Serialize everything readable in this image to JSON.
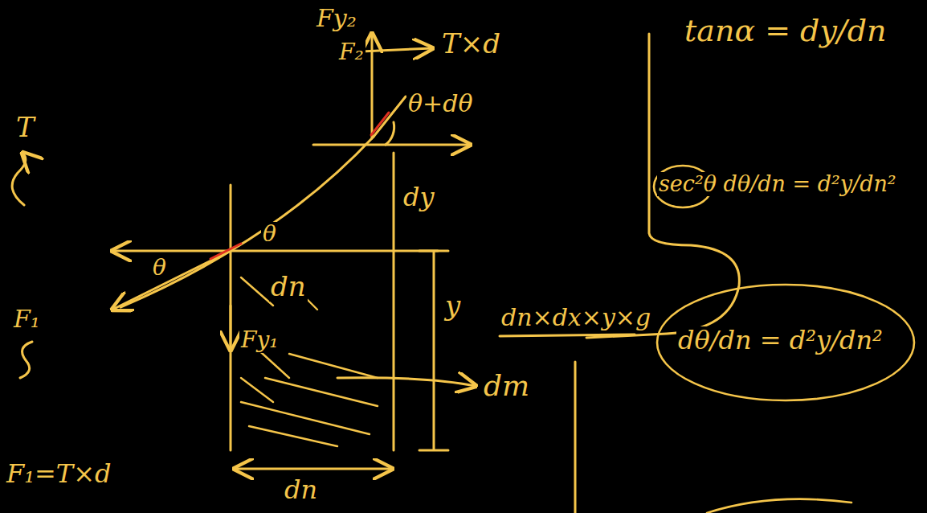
{
  "diagram": {
    "labels": [
      "Fy₂",
      "F₂",
      "T×d",
      "θ+dθ",
      "tanα = dy/dn",
      "sec²θ dθ/dn = d²y/dn²",
      "T",
      "dy",
      "θ",
      "θ",
      "dn",
      "y",
      "dn×dx×y×g",
      "F₁",
      "Fy₁",
      "dm",
      "F₁=T×d",
      "dθ/dn = d²y/dn²",
      "dn"
    ]
  }
}
